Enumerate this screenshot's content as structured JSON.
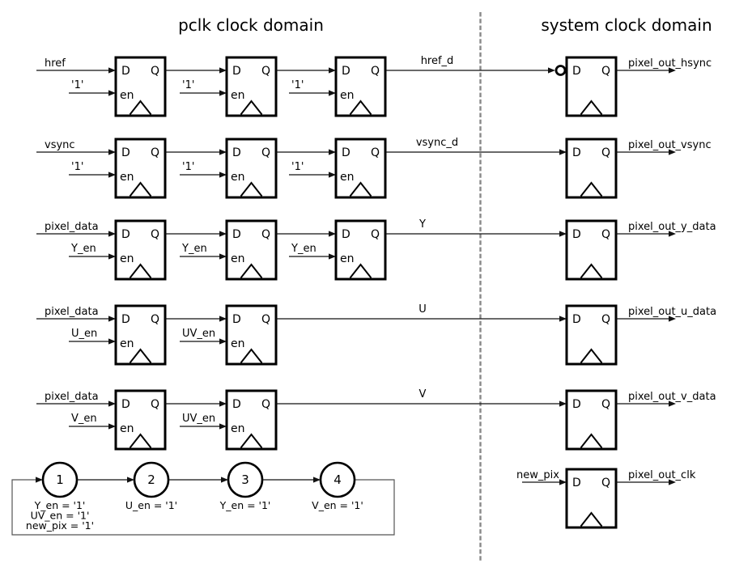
{
  "titles": {
    "pclk": "pclk clock domain",
    "system": "system clock domain"
  },
  "ff": {
    "d": "D",
    "q": "Q",
    "en": "en"
  },
  "rows": [
    {
      "input": "href",
      "enables": [
        "'1'",
        "'1'",
        "'1'"
      ],
      "mid": "href_d",
      "output": "pixel_out_hsync"
    },
    {
      "input": "vsync",
      "enables": [
        "'1'",
        "'1'",
        "'1'"
      ],
      "mid": "vsync_d",
      "output": "pixel_out_vsync"
    },
    {
      "input": "pixel_data",
      "enables": [
        "Y_en",
        "Y_en",
        "Y_en"
      ],
      "mid": "Y",
      "output": "pixel_out_y_data"
    },
    {
      "input": "pixel_data",
      "enables": [
        "U_en",
        "UV_en"
      ],
      "mid": "U",
      "output": "pixel_out_u_data"
    },
    {
      "input": "pixel_data",
      "enables": [
        "V_en",
        "UV_en"
      ],
      "mid": "V",
      "output": "pixel_out_v_data"
    }
  ],
  "clk_row": {
    "input": "new_pix",
    "output": "pixel_out_clk"
  },
  "fsm": {
    "states": [
      {
        "label": "1",
        "lines": [
          "Y_en = '1'",
          "UV_en = '1'",
          "new_pix = '1'"
        ]
      },
      {
        "label": "2",
        "lines": [
          "U_en = '1'"
        ]
      },
      {
        "label": "3",
        "lines": [
          "Y_en = '1'"
        ]
      },
      {
        "label": "4",
        "lines": [
          "V_en = '1'"
        ]
      }
    ]
  },
  "colors": {
    "line": "#111111",
    "ff_border": "#000000",
    "divider": "#888888",
    "feedback_loop": "#555555",
    "background": "#ffffff"
  }
}
